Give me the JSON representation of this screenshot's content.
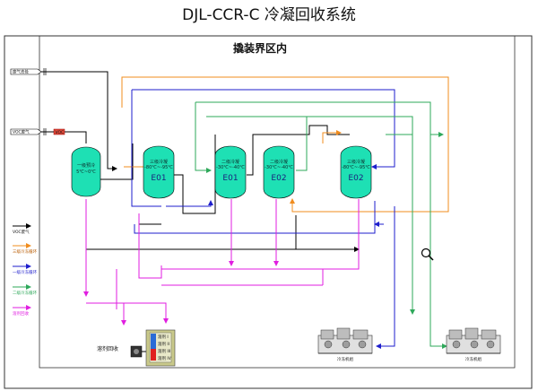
{
  "title": "DJL-CCR-C 冷凝回收系统",
  "area_label": "撬装界区内",
  "inlets": [
    "废气去处",
    "VOC废气"
  ],
  "inlet_tag": "VOC",
  "vessels": [
    {
      "name": "",
      "line1": "一级预冷",
      "line2": "5℃~0℃"
    },
    {
      "name": "E01",
      "line1": "三级冷凝",
      "line2": "-80℃~-95℃"
    },
    {
      "name": "E01",
      "line1": "二级冷凝",
      "line2": "-30℃~-40℃"
    },
    {
      "name": "E02",
      "line1": "二级冷凝",
      "line2": "-30℃~-40℃"
    },
    {
      "name": "E02",
      "line1": "三级冷凝",
      "line2": "-80℃~-95℃"
    }
  ],
  "legend": [
    {
      "label": "VOC废气",
      "color": "#000000"
    },
    {
      "label": "三级冷冻循环",
      "color": "#f08c1e"
    },
    {
      "label": "一级冷冻循环",
      "color": "#1e1ecc"
    },
    {
      "label": "二级冷冻循环",
      "color": "#2ea85a"
    },
    {
      "label": "溶剂回收",
      "color": "#e01ee0"
    }
  ],
  "recovery_label": "溶剂回收",
  "tank_rows": [
    "溶剂 I",
    "溶剂 II",
    "溶剂 III",
    "溶剂 IV"
  ],
  "chillers": [
    "冷冻机组",
    "冷冻机组"
  ],
  "colors": {
    "vessel_fill": "#1ee0b4",
    "black": "#000000",
    "orange": "#f08c1e",
    "blue": "#1e1ecc",
    "green": "#2ea85a",
    "magenta": "#e01ee0",
    "tank_frame": "#c9c98a"
  },
  "icons": [
    "magnifier-icon",
    "pump-icon"
  ]
}
